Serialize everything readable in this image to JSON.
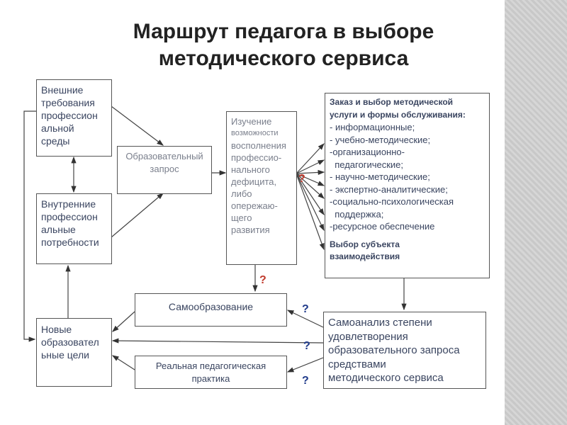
{
  "title": {
    "line1": "Маршрут педагога в выборе",
    "line2": "методического сервиса"
  },
  "boxes": {
    "external": [
      "Внешние",
      "требования",
      "профессион",
      "альной",
      "среды"
    ],
    "internal": [
      "Внутренние",
      "профессион",
      "альные",
      "потребности"
    ],
    "request": [
      "Образовательный",
      "запрос"
    ],
    "study": [
      "Изучение",
      "возможности",
      "восполнения",
      "профессио-",
      "нального",
      "дефицита,",
      "либо",
      "опережаю-",
      "щего",
      "развития"
    ],
    "order": {
      "heading": [
        "Заказ и выбор методической",
        "услуги и формы обслуживания:"
      ],
      "items": [
        "- информационные;",
        "- учебно-методические;",
        "-организационно-",
        "  педагогические;",
        "- научно-методические;",
        "- экспертно-аналитические;",
        "-социально-психологическая",
        "  поддержка;",
        "-ресурсное обеспечение"
      ],
      "footer": [
        "Выбор субъекта",
        "взаимодействия"
      ]
    },
    "self_education": [
      "Самообразование"
    ],
    "new_goals": [
      "Новые",
      "образовател",
      "ьные цели"
    ],
    "practice": [
      "Реальная педагогическая",
      "практика"
    ],
    "self_analysis": [
      "Самоанализ степени",
      "удовлетворения",
      "образовательного запроса",
      "средствами",
      "методического сервиса"
    ]
  },
  "question_marks": [
    "?",
    "?",
    "?",
    "?",
    "?"
  ],
  "colors": {
    "red_q": "#c0392b",
    "blue_q": "#1f3a8a"
  }
}
